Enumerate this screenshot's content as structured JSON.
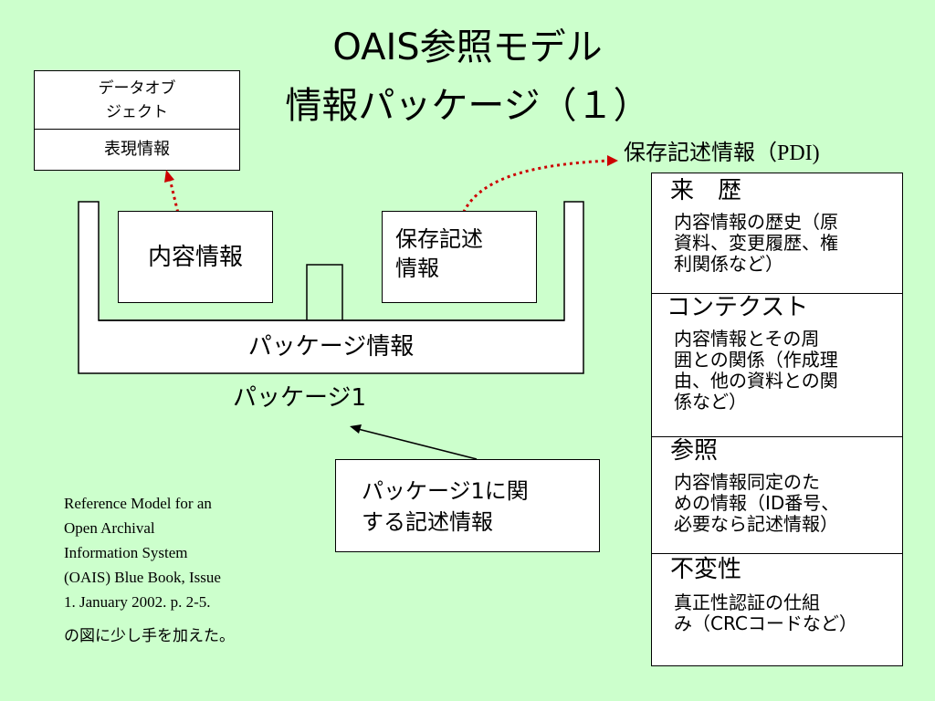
{
  "slide": {
    "title_line1": "OAIS参照モデル",
    "title_line2": "情報パッケージ（１）"
  },
  "data_object": {
    "label": "データオブジェクト",
    "label_line1": "データオブ",
    "label_line2": "ジェクト",
    "representation": "表現情報"
  },
  "package": {
    "content_info": "内容情報",
    "pdi_line1": "保存記述",
    "pdi_line2": "情報",
    "package_info": "パッケージ情報",
    "package_name": "パッケージ1",
    "descriptive_line1": "パッケージ1に関",
    "descriptive_line2": "する記述情報"
  },
  "pdi": {
    "heading_prefix": "保存記述情報（",
    "heading_code": "PDI)",
    "sections": [
      {
        "title": "来　歴",
        "lines": [
          "内容情報の歴史（原",
          "資料、変更履歴、権",
          "利関係など）"
        ]
      },
      {
        "title": "コンテクスト",
        "lines": [
          "内容情報とその周",
          "囲との関係（作成理",
          "由、他の資料との関",
          "係など）"
        ]
      },
      {
        "title": "参照",
        "lines": [
          "内容情報同定のた",
          "めの情報（ID番号、",
          "必要なら記述情報）"
        ]
      },
      {
        "title": "不変性",
        "lines": [
          "真正性認証の仕組",
          "み（CRCコードなど）"
        ]
      }
    ]
  },
  "citation": {
    "lines": [
      "Reference Model for an",
      "Open Archival",
      "Information System",
      "(OAIS) Blue Book, Issue",
      "1.  January 2002.  p. 2-5."
    ],
    "note": "の図に少し手を加えた。"
  },
  "colors": {
    "background": "#ccffcc",
    "dotted_arrow": "#cc0000",
    "box_fill": "#ffffff"
  }
}
